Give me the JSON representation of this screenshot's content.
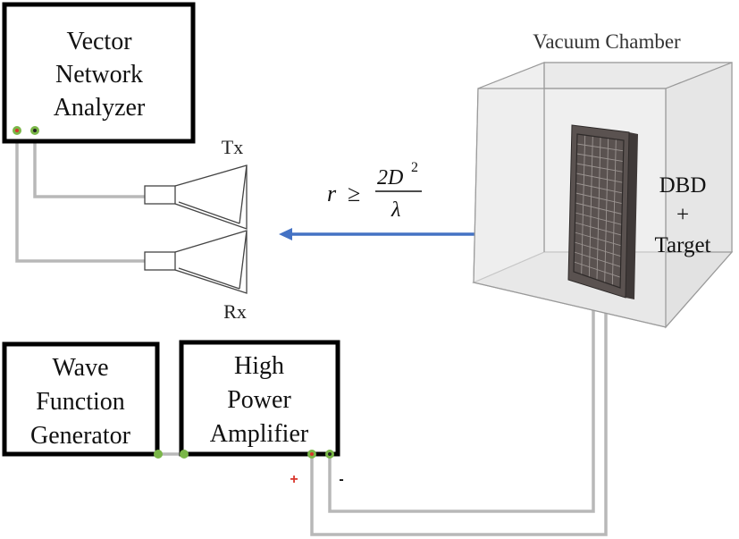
{
  "vna": {
    "line1": "Vector",
    "line2": "Network",
    "line3": "Analyzer"
  },
  "antennas": {
    "tx": "Tx",
    "rx": "Rx"
  },
  "formula": {
    "r": "r",
    "geq": "≥",
    "numerator": "2D",
    "exponent": "2",
    "denominator": "λ"
  },
  "chamber": {
    "title": "Vacuum Chamber",
    "label1": "DBD",
    "label2": "+",
    "label3": "Target"
  },
  "wfg": {
    "line1": "Wave",
    "line2": "Function",
    "line3": "Generator"
  },
  "hpa": {
    "line1": "High",
    "line2": "Power",
    "line3": "Amplifier"
  },
  "terminals": {
    "plus": "+",
    "minus": "-"
  },
  "colors": {
    "box_border": "#000000",
    "cable": "#b8b8b8",
    "connector_green": "#7ab648",
    "connector_red": "#d9342b",
    "arrow": "#4472c4",
    "chamber_edge": "#9a9a9a",
    "panel": "#5a5250"
  }
}
